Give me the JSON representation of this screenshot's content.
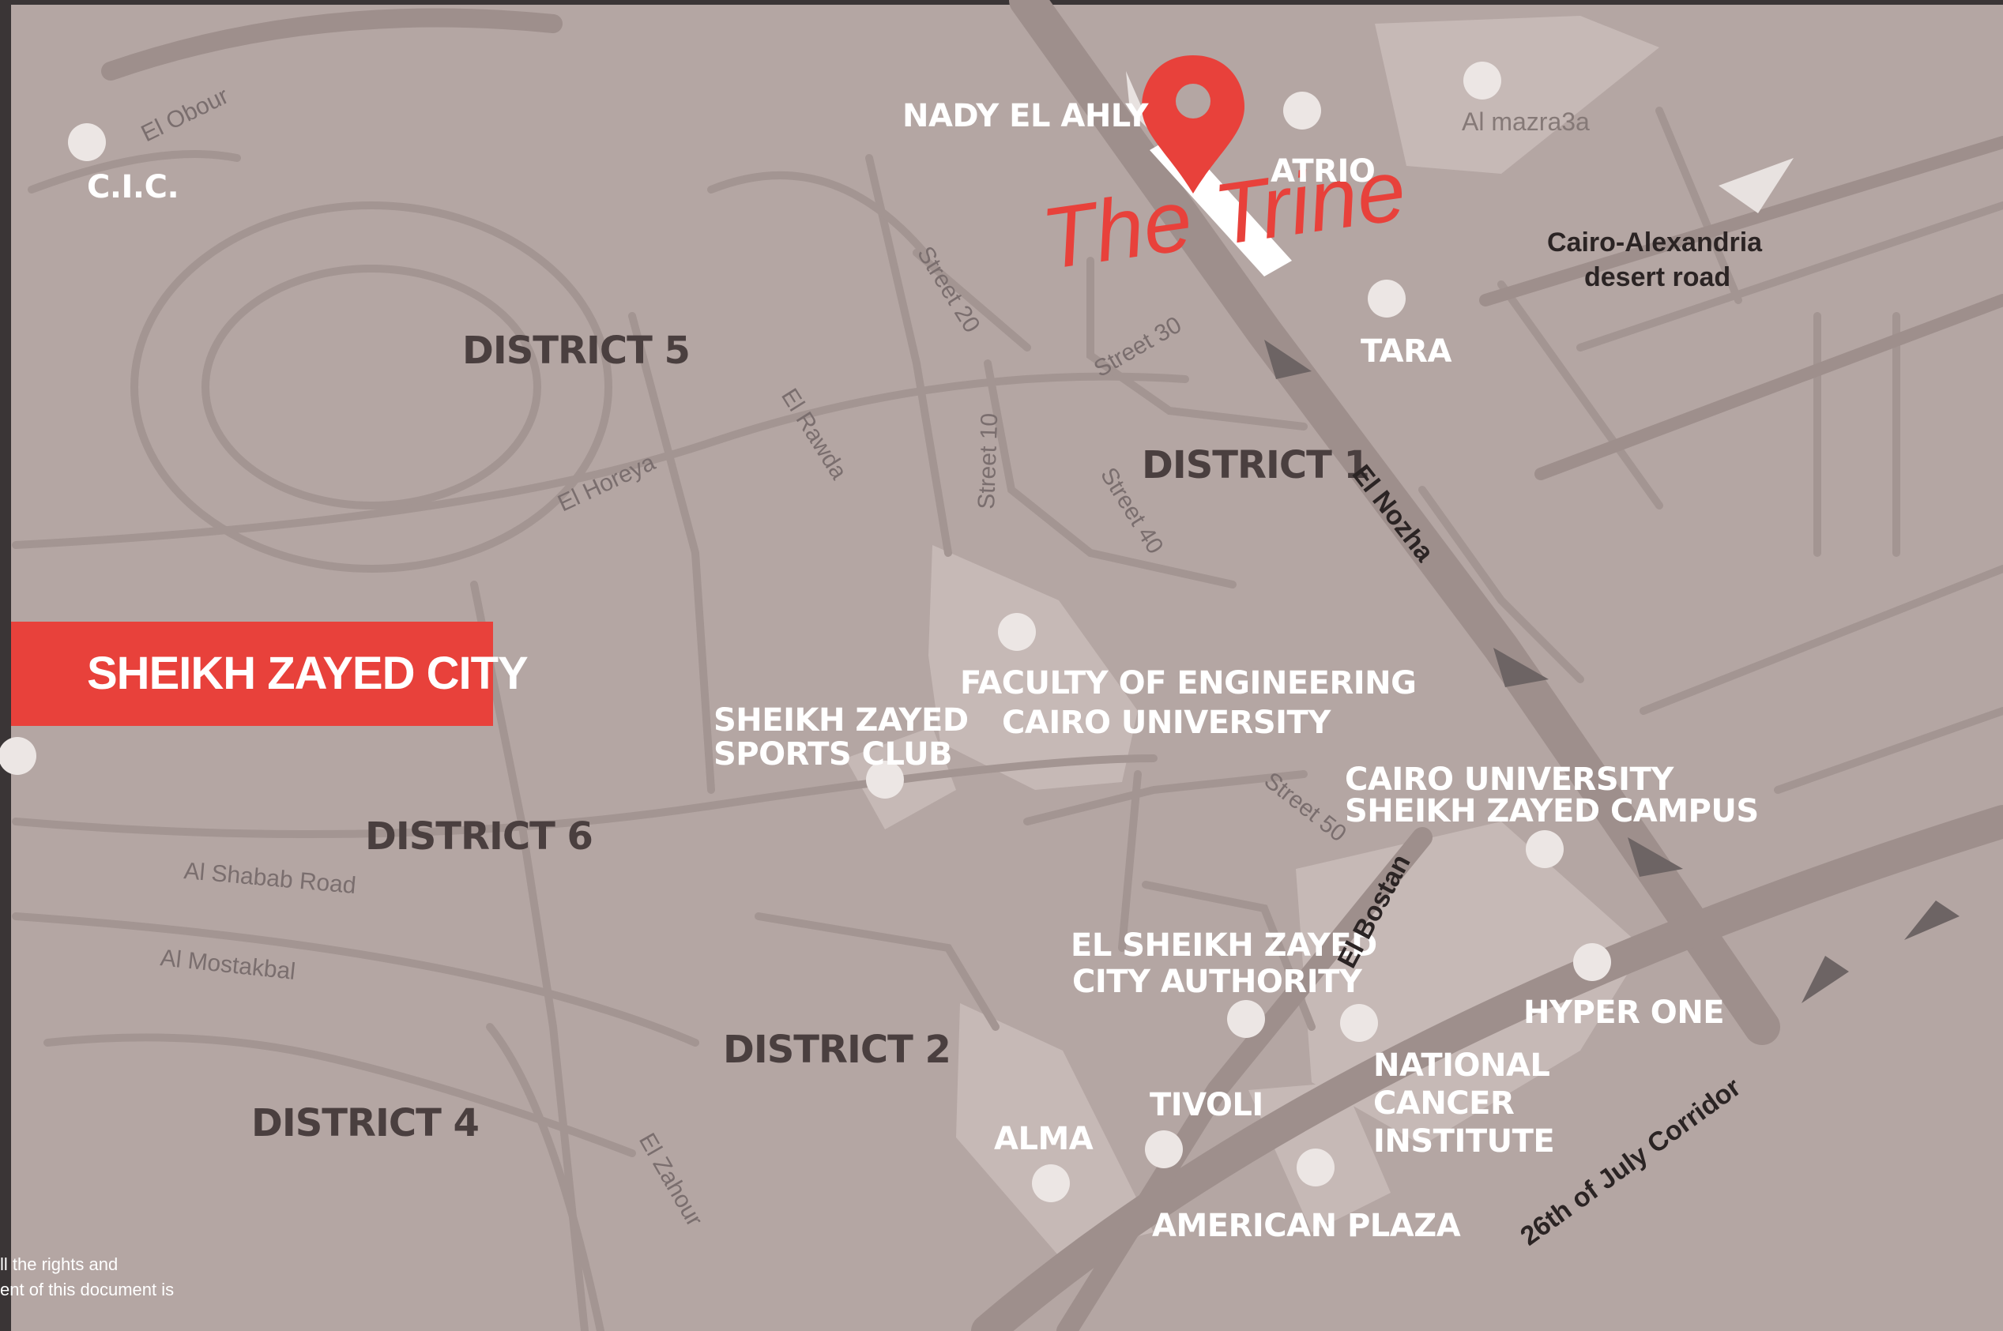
{
  "brand": {
    "logo": "The Trine",
    "accent": "#e8413b"
  },
  "banner": {
    "label": "SHEIKH ZAYED CITY"
  },
  "districts": {
    "d1": "DISTRICT 1",
    "d2": "DISTRICT 2",
    "d4": "DISTRICT 4",
    "d5": "DISTRICT 5",
    "d6": "DISTRICT 6"
  },
  "landmarks": {
    "nady": "NADY EL AHLY",
    "atrio": "ATRIO",
    "mazra": "Al mazra3a",
    "cic": "C.I.C.",
    "tara": "TARA",
    "fac1": "FACULTY OF ENGINEERING",
    "fac2": "CAIRO UNIVERSITY",
    "sports1": "SHEIKH ZAYED",
    "sports2": "SPORTS CLUB",
    "cu1": "CAIRO UNIVERSITY",
    "cu2": "SHEIKH ZAYED CAMPUS",
    "auth1": "EL SHEIKH ZAYED",
    "auth2": "CITY AUTHORITY",
    "hyper": "HYPER ONE",
    "nci1": "NATIONAL",
    "nci2": "CANCER",
    "nci3": "INSTITUTE",
    "tivoli": "TIVOLI",
    "alma": "ALMA",
    "american": "AMERICAN PLAZA"
  },
  "roads": {
    "obour": "El Obour",
    "s20": "Street 20",
    "s30": "Street 30",
    "s10": "Street 10",
    "rawda": "El Rawda",
    "horeya": "El Horeya",
    "s40": "Street 40",
    "nozha": "El Nozha",
    "s50": "Street 50",
    "bostan": "El Bostan",
    "shabab": "Al Shabab Road",
    "mostakbal": "Al Mostakbal",
    "zahour": "El Zahour",
    "cairo_alex1": "Cairo-Alexandria",
    "cairo_alex2": "desert road",
    "july": "26th of July Corridor"
  },
  "footer": {
    "line1": "ll the rights and",
    "line2": "ent of this document is"
  },
  "colors": {
    "map_bg": "#b4a6a3",
    "road": "#a39592",
    "block_light": "#c9bdba"
  }
}
